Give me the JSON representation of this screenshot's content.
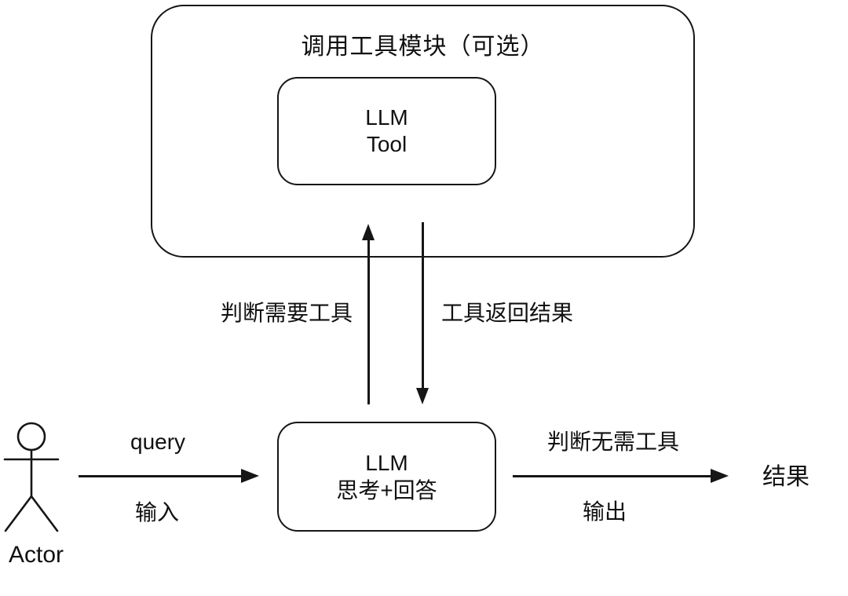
{
  "diagram": {
    "tool_module": {
      "title": "调用工具模块（可选）",
      "inner_box": {
        "line1": "LLM",
        "line2": "Tool"
      }
    },
    "llm_box": {
      "line1": "LLM",
      "line2": "思考+回答"
    },
    "actor": {
      "label": "Actor"
    },
    "arrows": {
      "needs_tool_label": "判断需要工具",
      "tool_result_label": "工具返回结果",
      "query_label": "query",
      "input_label": "输入",
      "no_tool_label": "判断无需工具",
      "output_label": "输出"
    },
    "result_label": "结果",
    "colors": {
      "stroke": "#161616",
      "background": "#ffffff"
    }
  }
}
